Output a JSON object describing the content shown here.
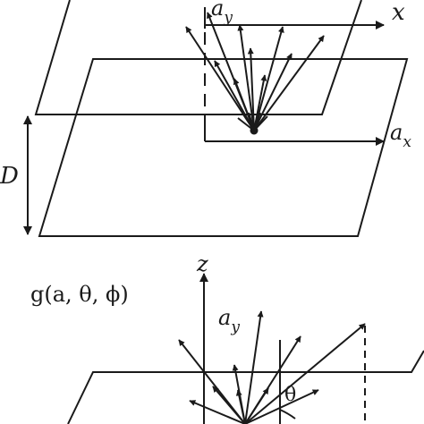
{
  "labels": {
    "top_x": "x",
    "top_ay_a": "a",
    "top_ay_sub": "y",
    "top_ax_a": "a",
    "top_ax_sub": "x",
    "separation": "D",
    "bottom_z": "z",
    "bottom_ay_a": "a",
    "bottom_ay_sub": "y",
    "distribution": "g(a, θ, ϕ)",
    "angle_theta": "θ"
  },
  "colors": {
    "ink": "#1a1a1a",
    "background": "#ffffff"
  }
}
